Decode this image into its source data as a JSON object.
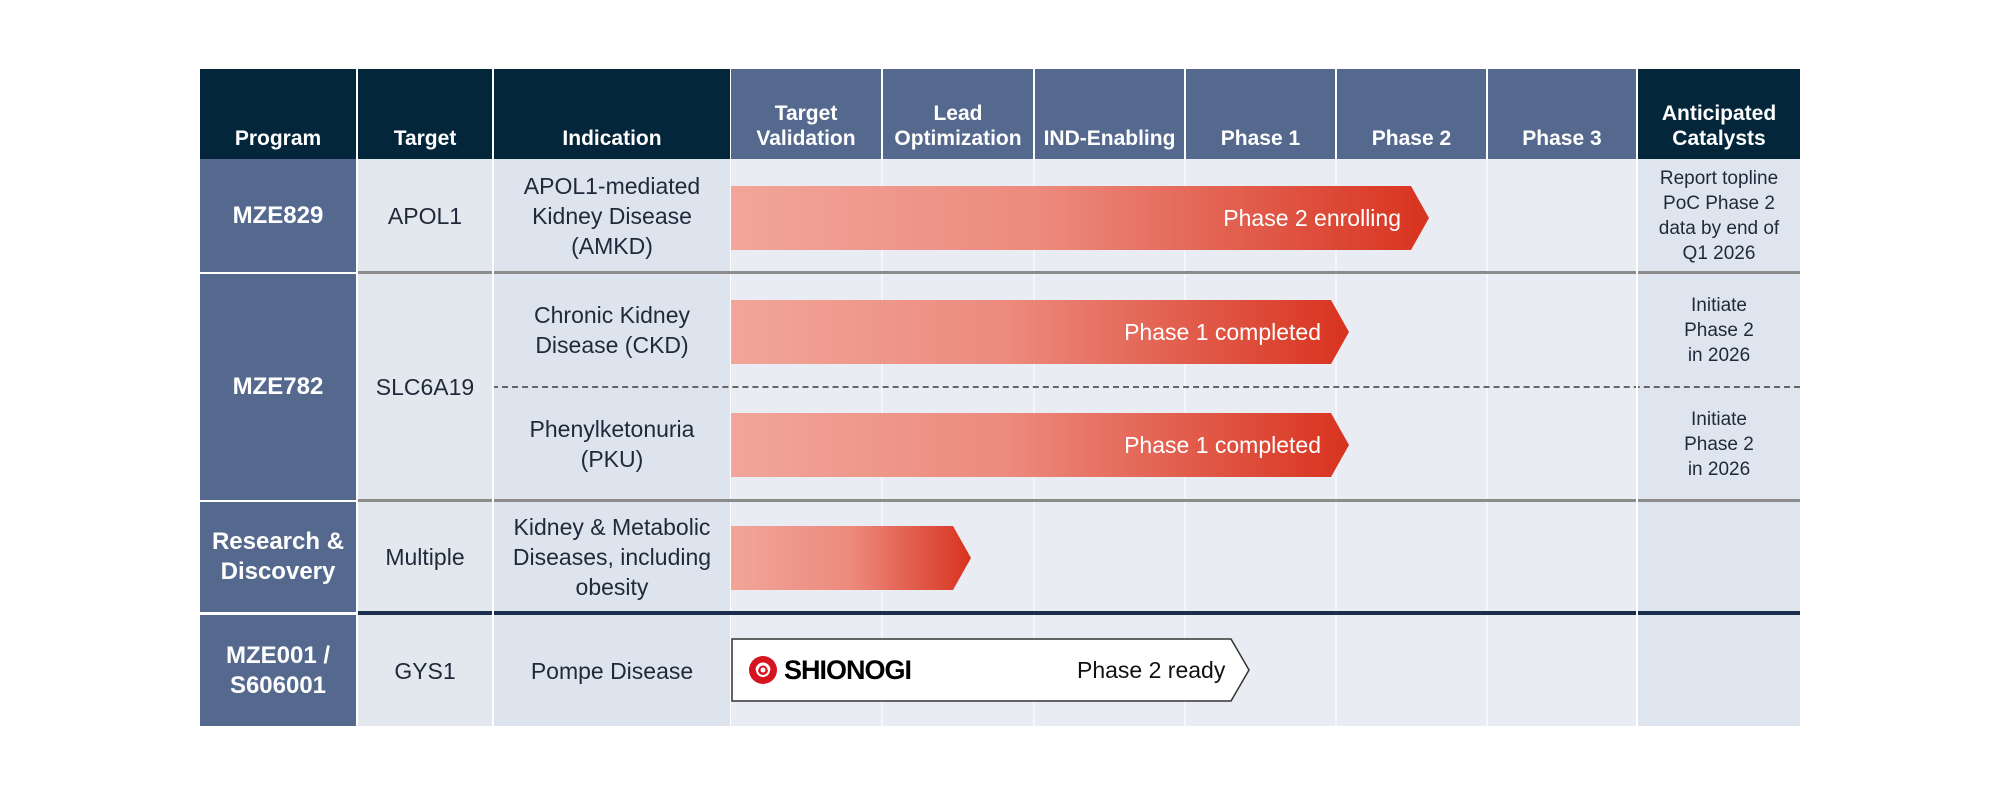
{
  "header": {
    "program": "Program",
    "target": "Target",
    "indication": "Indication",
    "target_validation": "Target\nValidation",
    "lead_optimization": "Lead\nOptimization",
    "ind_enabling": "IND-Enabling",
    "phase1": "Phase 1",
    "phase2": "Phase 2",
    "phase3": "Phase 3",
    "catalysts": "Anticipated\nCatalysts"
  },
  "rows": [
    {
      "program": "MZE829",
      "target": "APOL1",
      "indication": "APOL1-mediated\nKidney Disease\n(AMKD)",
      "bar_label": "Phase 2 enrolling",
      "stage_progress": 0.45,
      "catalyst": "Report topline\nPoC Phase 2\ndata by end of\nQ1 2026"
    },
    {
      "program": "MZE782",
      "target": "SLC6A19",
      "indication": "Chronic Kidney\nDisease (CKD)",
      "bar_label": "Phase 1 completed",
      "stage_progress": 0.4,
      "catalyst": "Initiate\nPhase 2\nin 2026"
    },
    {
      "indication": "Phenylketonuria\n(PKU)",
      "bar_label": "Phase 1 completed",
      "stage_progress": 0.4,
      "catalyst": "Initiate\nPhase 2\nin 2026"
    },
    {
      "program": "Research &\nDiscovery",
      "target": "Multiple",
      "indication": "Kidney & Metabolic\nDiseases, including\nobesity",
      "stage_progress": 0.16
    },
    {
      "program": "MZE001 /\nS606001",
      "target": "GYS1",
      "indication": "Pompe Disease",
      "partner_logo": "SHIONOGI",
      "bar_label": "Phase 2 ready",
      "stage_progress": 0.34
    }
  ],
  "colors": {
    "header_dark": "#04263b",
    "header_blue": "#55698f",
    "bar_start": "#f2a59a",
    "bar_end": "#d8331f",
    "divider_dark": "#1b2f4d"
  },
  "icons": {
    "partner": "shionogi-logo-icon"
  }
}
